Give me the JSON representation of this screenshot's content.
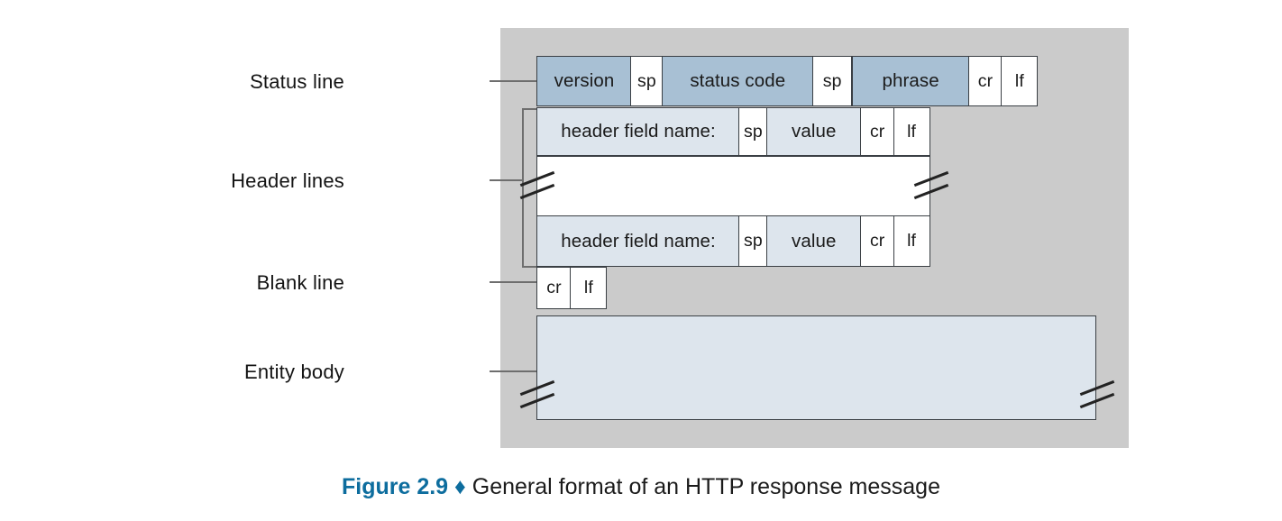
{
  "figure": {
    "caption_number": "Figure 2.9",
    "caption_diamond": "♦",
    "caption_text": "General format of an HTTP response message"
  },
  "colors": {
    "panel_gray": "#cbcbcb",
    "box_dark_blue": "#a8c0d4",
    "box_light_blue": "#dde5ed",
    "box_white": "#ffffff",
    "border": "#3a3f44",
    "leader": "#6e6e6e",
    "caption_accent": "#0d6d9e"
  },
  "labels": [
    {
      "id": "status-line",
      "text": "Status line"
    },
    {
      "id": "header-lines",
      "text": "Header lines"
    },
    {
      "id": "blank-line",
      "text": "Blank line"
    },
    {
      "id": "entity-body",
      "text": "Entity body"
    }
  ],
  "status_line": {
    "fields": [
      {
        "text": "version",
        "fill": "dark"
      },
      {
        "text": "sp",
        "fill": "white"
      },
      {
        "text": "status code",
        "fill": "dark"
      },
      {
        "text": "sp",
        "fill": "white"
      },
      {
        "text": "phrase",
        "fill": "dark"
      },
      {
        "text": "cr",
        "fill": "white"
      },
      {
        "text": "lf",
        "fill": "white"
      }
    ]
  },
  "header_line_first": {
    "fields": [
      {
        "text": "header field name:",
        "fill": "light"
      },
      {
        "text": "sp",
        "fill": "white"
      },
      {
        "text": "value",
        "fill": "light"
      },
      {
        "text": "cr",
        "fill": "white"
      },
      {
        "text": "lf",
        "fill": "white"
      }
    ]
  },
  "header_line_last": {
    "fields": [
      {
        "text": "header field name:",
        "fill": "light"
      },
      {
        "text": "sp",
        "fill": "white"
      },
      {
        "text": "value",
        "fill": "light"
      },
      {
        "text": "cr",
        "fill": "white"
      },
      {
        "text": "lf",
        "fill": "white"
      }
    ]
  },
  "ellipsis_row": {
    "text": "",
    "fill": "white"
  },
  "blank_line": {
    "fields": [
      {
        "text": "cr",
        "fill": "white"
      },
      {
        "text": "lf",
        "fill": "white"
      }
    ]
  },
  "entity_body": {
    "text": "",
    "fill": "light"
  }
}
